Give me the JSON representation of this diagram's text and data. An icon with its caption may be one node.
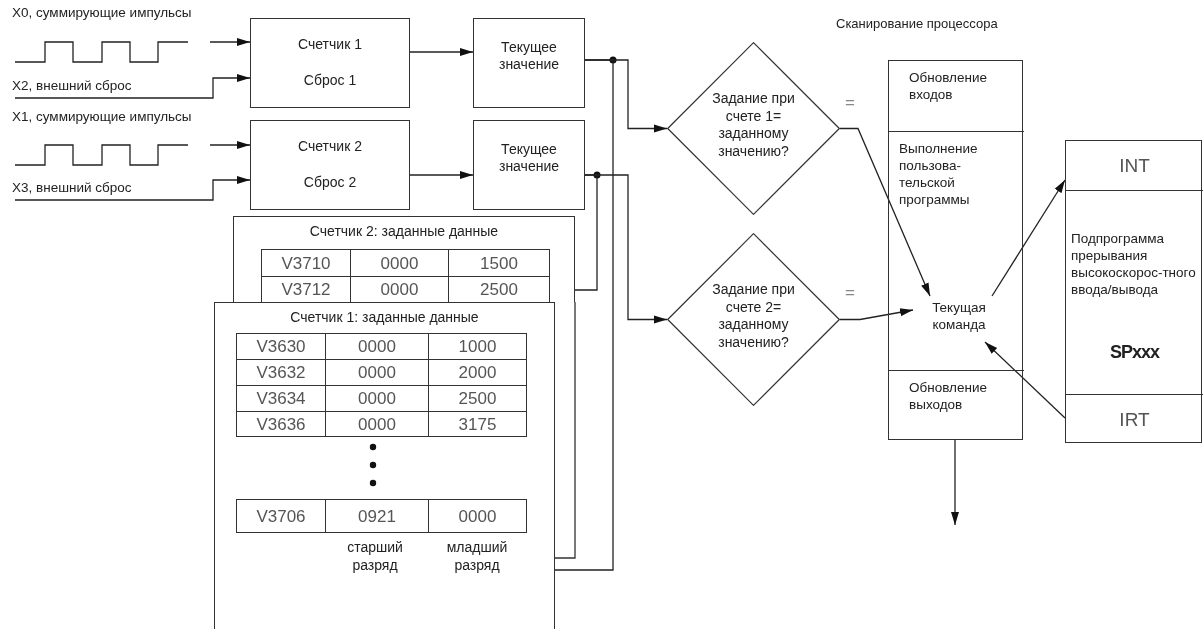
{
  "diagram": {
    "nodes": [
      {
        "text": [
          "Счетчик 1",
          "Сброс 1"
        ]
      },
      {
        "text": [
          "Счетчик 2",
          "Сброс 2"
        ]
      },
      {
        "text": [
          "Текущее значение"
        ]
      },
      {
        "text": [
          "Текущее значение"
        ]
      },
      {
        "text": [
          "Счетчик 2: заданные данные",
          "V3710",
          "0000",
          "1500",
          "V3712",
          "0000",
          "2500"
        ]
      },
      {
        "text": [
          "Счетчик 1: заданные данные",
          "V3630",
          "0000",
          "1000",
          "V3632",
          "0000",
          "2000",
          "V3634",
          "0000",
          "2500",
          "V3636",
          "0000",
          "3175",
          "V3706",
          "0921",
          "0000",
          "старший разряд",
          "младший разряд"
        ]
      },
      {
        "text": [
          "Задание при счете 1= заданному значению?"
        ]
      },
      {
        "text": [
          "Задание при счете 2= заданному значению?"
        ]
      },
      {
        "text": [
          "Сканирование процессора"
        ]
      },
      {
        "text": [
          "Обновление входов"
        ],
        "in": 8
      },
      {
        "text": [
          "Выполнение пользова-тельской программы"
        ],
        "in": 8
      },
      {
        "text": [
          "Текущая команда"
        ],
        "in": 10
      },
      {
        "text": [
          "Обновление выходов"
        ],
        "in": 8
      },
      {
        "text": [],
        "shape": "box"
      },
      {
        "text": [
          "INT"
        ],
        "in": 13
      },
      {
        "text": [
          "Подпрограмма прерывания высокоскорос-тного ввода/вывода",
          "SPxxx"
        ],
        "in": 13
      },
      {
        "text": [
          "IRT"
        ],
        "in": 13
      },
      {
        "text": [
          "X2, внешний сброс"
        ]
      },
      {
        "text": [
          "X3, внешний сброс"
        ]
      },
      {
        "text": [],
        "shape": "picture"
      },
      {
        "text": [],
        "shape": "picture"
      }
    ],
    "edges": [
      {
        "from": 19,
        "to": 0,
        "arrow": "to"
      },
      {
        "from": 17,
        "to": 0,
        "arrow": "to"
      },
      {
        "from": 20,
        "to": 1,
        "arrow": "to"
      },
      {
        "from": 18,
        "to": 1,
        "arrow": "to"
      },
      {
        "from": 0,
        "to": 2,
        "arrow": "to"
      },
      {
        "from": 1,
        "to": 3,
        "arrow": "to"
      },
      {
        "from": 2,
        "to": 6,
        "arrow": "to"
      },
      {
        "from": 2,
        "to": 5,
        "arrow": "none"
      },
      {
        "from": 3,
        "to": 7,
        "arrow": "to"
      },
      {
        "from": 3,
        "to": 4,
        "arrow": "none"
      },
      {
        "from": 6,
        "to": 11,
        "arrow": "to",
        "label": "="
      },
      {
        "from": 7,
        "to": 11,
        "arrow": "to",
        "label": "="
      },
      {
        "from": 11,
        "to": 14,
        "arrow": "to"
      },
      {
        "from": 16,
        "to": 11,
        "arrow": "to"
      },
      {
        "from": 12,
        "to": null,
        "arrow": "to"
      }
    ],
    "labels": [
      "X0, суммирующие импульсы",
      "X1, суммирующие импульсы"
    ]
  }
}
